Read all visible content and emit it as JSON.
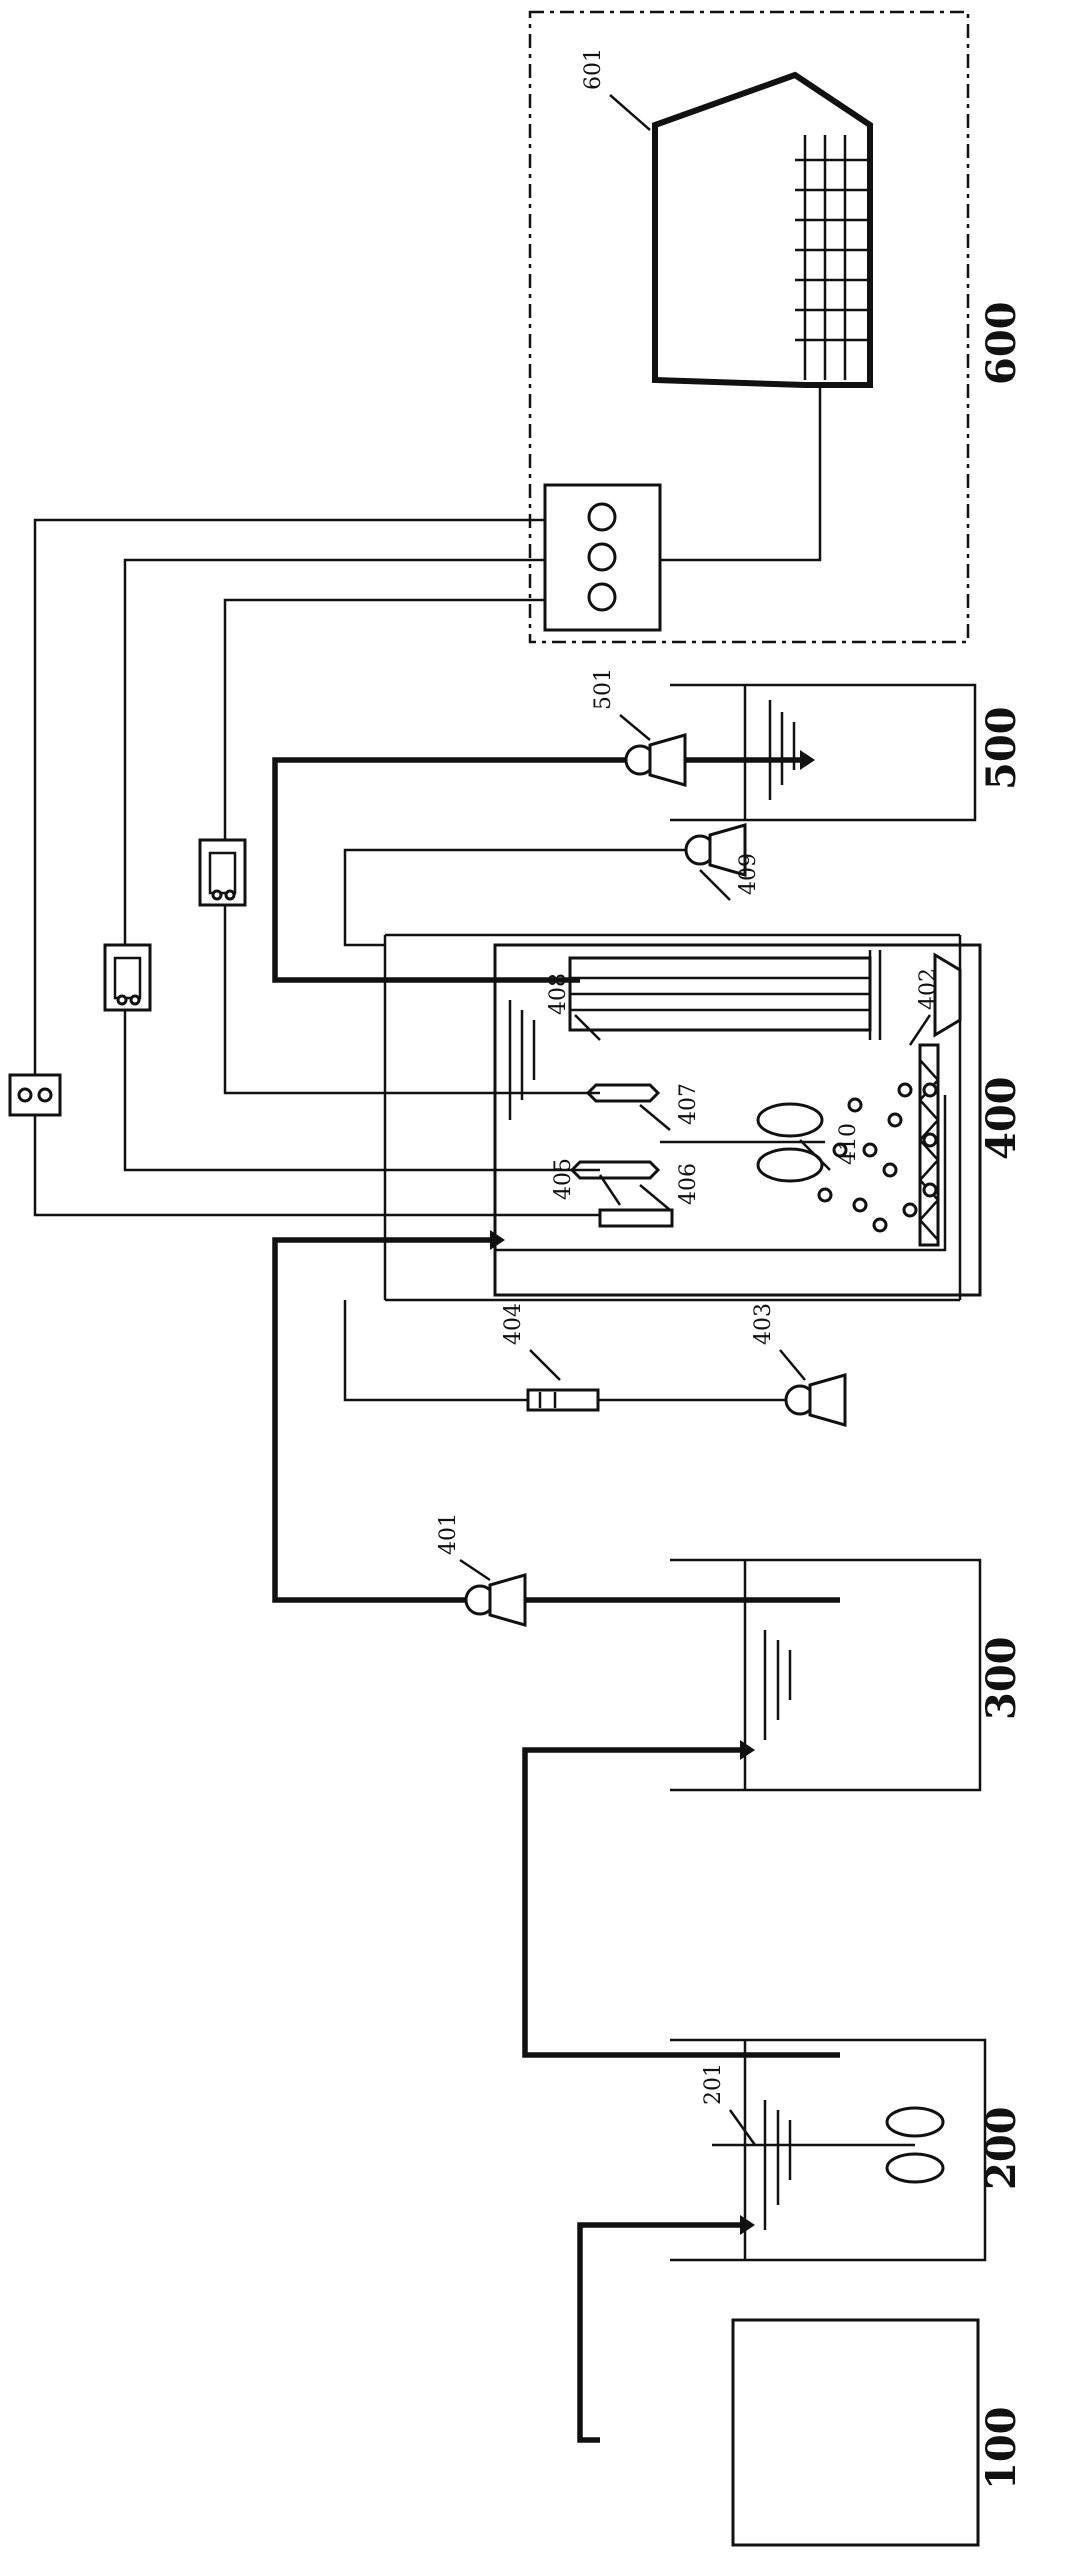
{
  "units": {
    "u100": "100",
    "u200": "200",
    "u300": "300",
    "u400": "400",
    "u500": "500",
    "u600": "600"
  },
  "parts": {
    "p201": "201",
    "p401": "401",
    "p402": "402",
    "p403": "403",
    "p404": "404",
    "p405": "405",
    "p406": "406",
    "p407": "407",
    "p408": "408",
    "p409": "409",
    "p410": "410",
    "p501": "501",
    "p601": "601"
  }
}
